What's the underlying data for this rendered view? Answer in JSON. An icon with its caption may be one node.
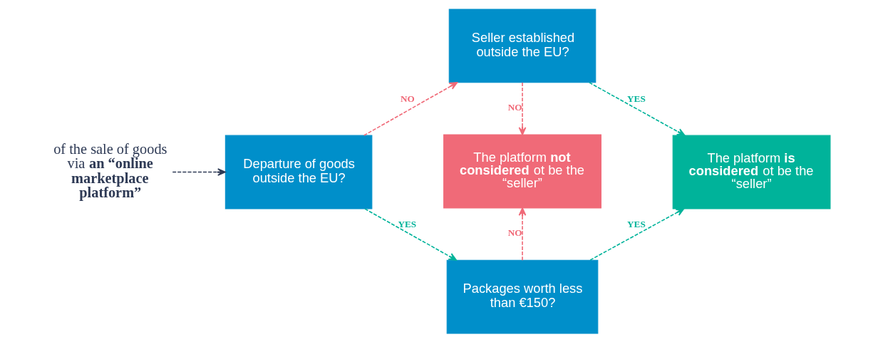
{
  "diagram": {
    "nodes": [
      {
        "text": [
          "of the sale of goods via **an “online marketplace platform”**"
        ]
      },
      {
        "text": [
          "Departure of goods outside the EU?"
        ]
      },
      {
        "text": [
          "Seller established outside the EU?"
        ]
      },
      {
        "text": [
          "The platform **not considered** ot be the “seller”"
        ]
      },
      {
        "text": [
          "Packages worth less than €150?"
        ]
      },
      {
        "text": [
          "The platform **is considered** ot be the “seller”"
        ]
      }
    ],
    "edges": [
      {
        "from": 0,
        "to": 1,
        "arrow": "to",
        "style": "dashed",
        "color": "#2e3a55"
      },
      {
        "from": 1,
        "to": 2,
        "arrow": "to",
        "style": "dashed",
        "color": "#f06a78",
        "label": "NO"
      },
      {
        "from": 1,
        "to": 4,
        "arrow": "to",
        "style": "dashed",
        "color": "#00b39a",
        "label": "YES"
      },
      {
        "from": 2,
        "to": 3,
        "arrow": "to",
        "style": "dashed",
        "color": "#f06a78",
        "label": "NO"
      },
      {
        "from": 2,
        "to": 5,
        "arrow": "to",
        "style": "dashed",
        "color": "#00b39a",
        "label": "YES"
      },
      {
        "from": 4,
        "to": 3,
        "arrow": "to",
        "style": "dashed",
        "color": "#f06a78",
        "label": "NO"
      },
      {
        "from": 4,
        "to": 5,
        "arrow": "to",
        "style": "dashed",
        "color": "#00b39a",
        "label": "YES"
      }
    ]
  }
}
